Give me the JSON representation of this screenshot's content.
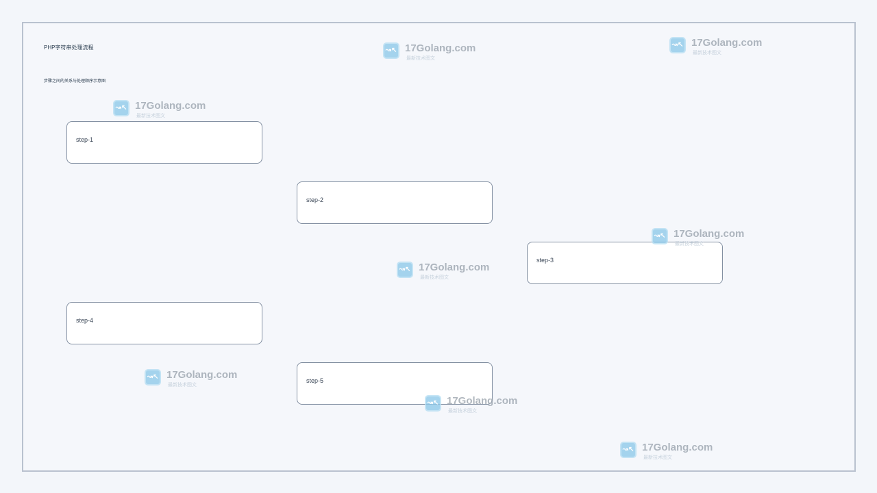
{
  "diagram": {
    "title": "PHP字符串处理流程",
    "subtitle": "步骤之间的关系与处理顺序示意图",
    "steps": [
      {
        "label": "step-1"
      },
      {
        "label": "step-2"
      },
      {
        "label": "step-3"
      },
      {
        "label": "step-4"
      },
      {
        "label": "step-5"
      }
    ]
  },
  "watermark": {
    "text": "17Golang.com",
    "subtext": "最新技术图文",
    "logo_glyph": "↝↖",
    "logo_color": "#8ec9ea"
  }
}
